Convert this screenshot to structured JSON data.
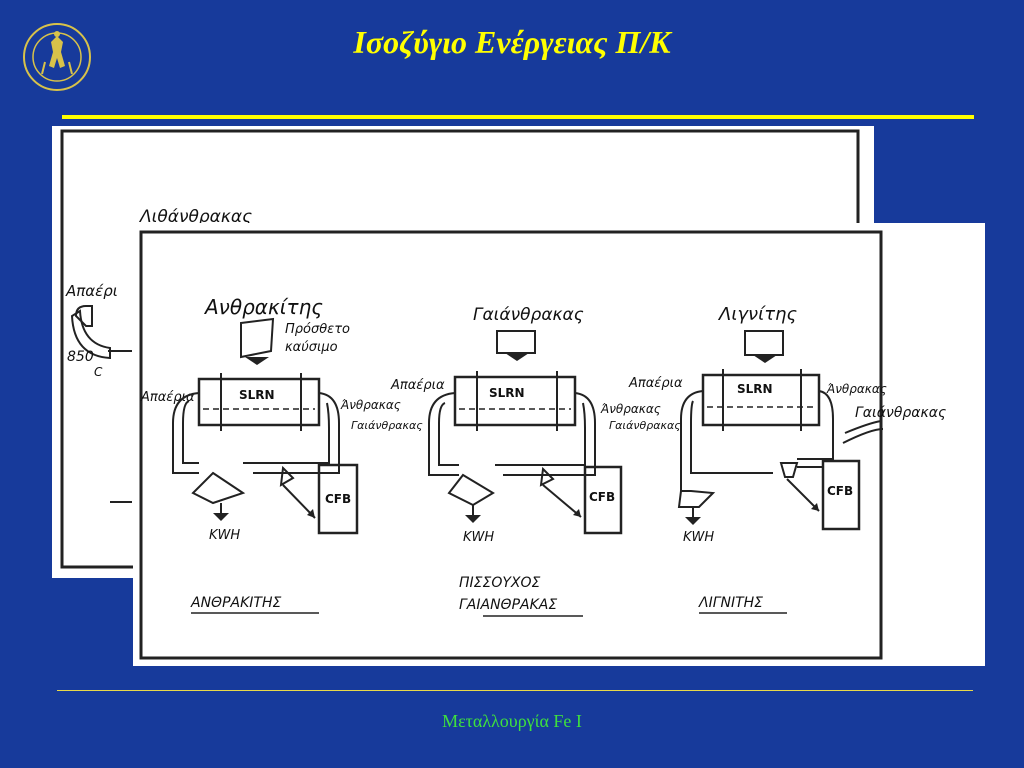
{
  "header": {
    "title": "Ισοζύγιο Ενέργειας Π/Κ"
  },
  "footer": {
    "text": "Μεταλλουργία Fe I"
  },
  "logo": {
    "name": "ntua-seal-logo"
  },
  "back_sheet": {
    "heading": "Λιθάνθρακας",
    "side_labels": [
      "Απαέρι",
      "850",
      "C"
    ]
  },
  "diagram": {
    "columns": [
      {
        "fuel": "Ανθρακίτης",
        "extra_fuel": "Πρόσθετο καύσιμο",
        "left_input": "Απαέρια",
        "kiln": "SLRN",
        "right_inputs": [
          "Άνθρακας",
          "Γαιάνθρακας"
        ],
        "boiler": "CFB",
        "output": "KWH",
        "caption": "ΑΝΘΡΑΚΙΤΗΣ"
      },
      {
        "fuel": "Γαιάνθρακας",
        "left_input": "Απαέρια",
        "kiln": "SLRN",
        "right_inputs": [
          "Άνθρακας",
          "Γαιάνθρακας"
        ],
        "boiler": "CFB",
        "output": "KWH",
        "caption_line1": "ΠΙΣΣΟΥΧΟΣ",
        "caption_line2": "ΓΑΙΑΝΘΡΑΚΑΣ"
      },
      {
        "fuel": "Λιγνίτης",
        "left_input": "Απαέρια",
        "kiln": "SLRN",
        "right_inputs": [
          "Άνθρακας",
          "Γαιάνθρακας"
        ],
        "boiler": "CFB",
        "output": "KWH",
        "caption": "ΛΙΓΝΙΤΗΣ"
      }
    ]
  }
}
